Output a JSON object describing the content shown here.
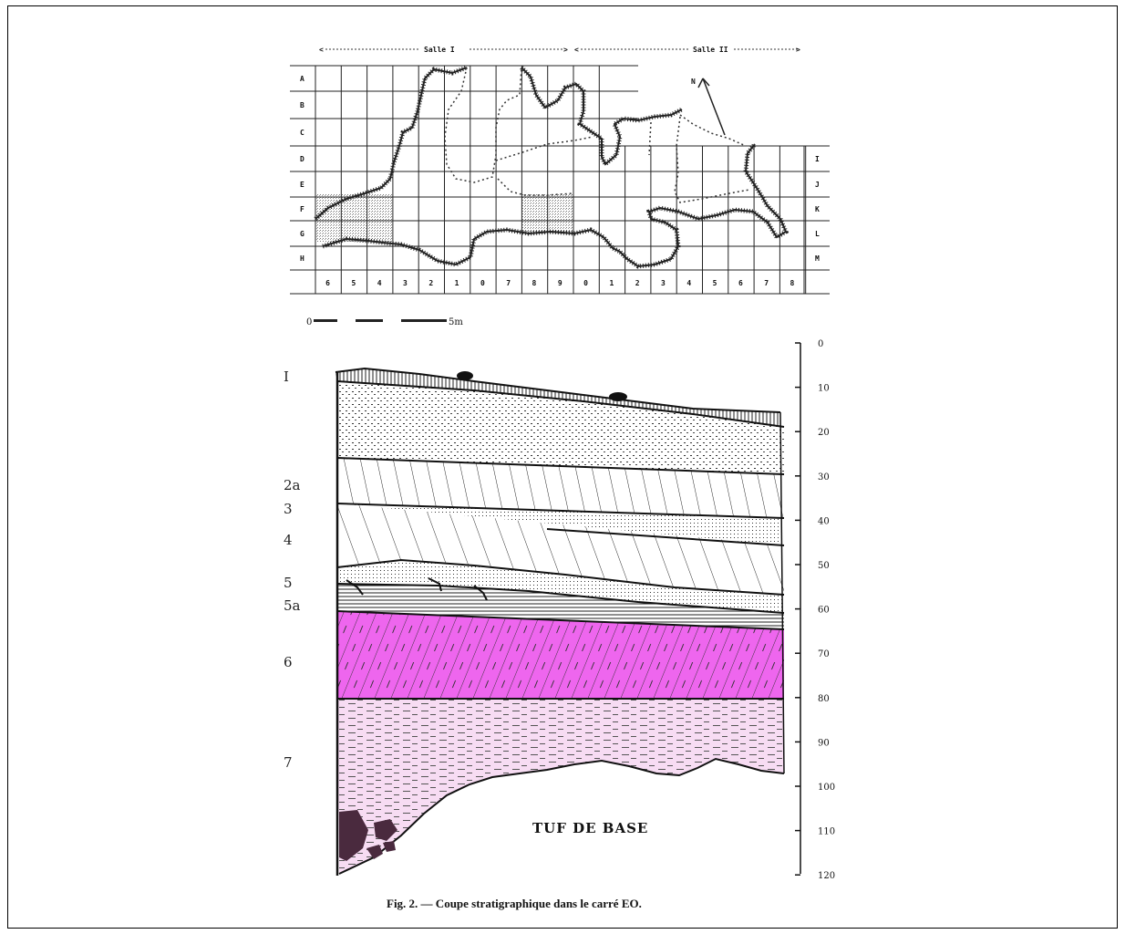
{
  "plan": {
    "salle_1": "Salle I",
    "salle_2": "Salle II",
    "north_label": "N",
    "row_letters_left": [
      "A",
      "B",
      "C",
      "D",
      "E",
      "F",
      "G",
      "H"
    ],
    "row_letters_right": [
      "I",
      "J",
      "K",
      "L",
      "M"
    ],
    "col_numbers": [
      "6",
      "5",
      "4",
      "3",
      "2",
      "1",
      "0",
      "7",
      "8",
      "9",
      "0",
      "1",
      "2",
      "3",
      "4",
      "5",
      "6",
      "7",
      "8"
    ],
    "scale_start": "0",
    "scale_end": "5m"
  },
  "section": {
    "layers": [
      "I",
      "2a",
      "3",
      "4",
      "5",
      "5a",
      "6",
      "7"
    ],
    "depth_ticks": [
      "0",
      "10",
      "20",
      "30",
      "40",
      "50",
      "60",
      "70",
      "80",
      "90",
      "100",
      "110",
      "120"
    ],
    "base_label": "TUF DE BASE",
    "colors": {
      "layer6": "#ee66ee",
      "layer7": "#f7dcf3",
      "rock": "#4a2a3e"
    }
  },
  "caption": "Fig. 2. — Coupe stratigraphique dans le carré EO."
}
